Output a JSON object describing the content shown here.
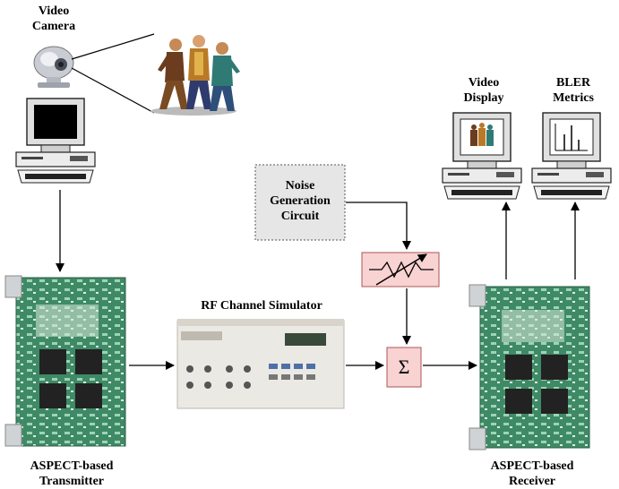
{
  "labels": {
    "video_camera": [
      "Video",
      "Camera"
    ],
    "video_display": [
      "Video",
      "Display"
    ],
    "bler_metrics": [
      "BLER",
      "Metrics"
    ],
    "noise_circuit": [
      "Noise",
      "Generation",
      "Circuit"
    ],
    "rf_channel": "RF Channel Simulator",
    "transmitter": [
      "ASPECT-based",
      "Transmitter"
    ],
    "receiver": [
      "ASPECT-based",
      "Receiver"
    ],
    "summer_symbol": "Σ"
  },
  "colors": {
    "pink_box": "#f9d2d2",
    "noise_box": "#e6e6e6",
    "board_green": "#3f8a66",
    "arrow": "#000000"
  },
  "icons": [
    "camera-icon",
    "people-clipart-icon",
    "computer-icon",
    "board-icon",
    "rf-simulator-device-icon",
    "attenuator-icon",
    "summer-icon"
  ]
}
